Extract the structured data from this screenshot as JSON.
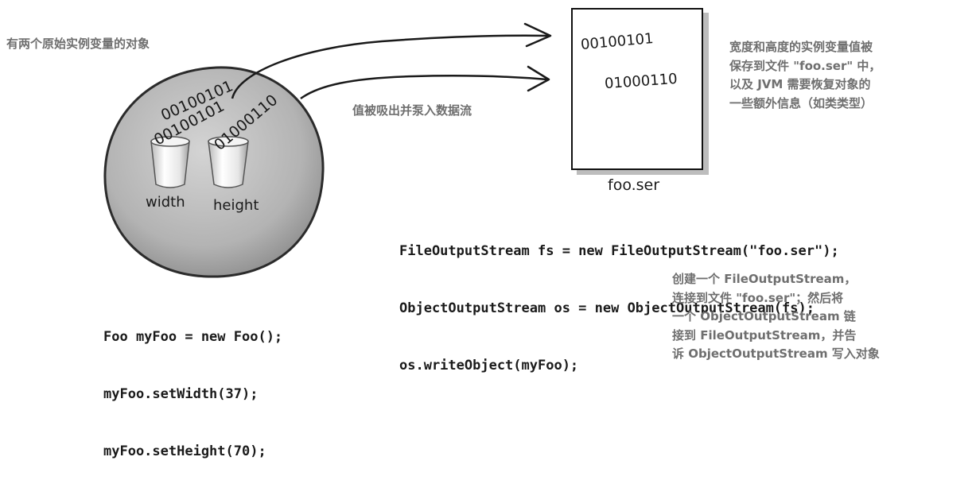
{
  "object_label": "有两个原始实例变量的对象",
  "stream_label": "值被吸出并泵入数据流",
  "saved_note": [
    "宽度和高度的实例变量值被",
    "保存到文件 \"foo.ser\" 中，",
    "以及 JVM 需要恢复对象的",
    "一些额外信息（如类类型）"
  ],
  "create_note": [
    "创建一个 FileOutputStream，",
    "连接到文件 \"foo.ser\"；然后将",
    "一个 ObjectOutputStream 链",
    "接到 FileOutputStream，并告",
    "诉 ObjectOutputStream 写入对象"
  ],
  "cups": {
    "width": {
      "label": "width",
      "bits": "00100101"
    },
    "height": {
      "label": "height",
      "bits": "01000110"
    }
  },
  "stream_bits": "00100101",
  "file": {
    "name": "foo.ser",
    "bits_1": "00100101",
    "bits_2": "01000110"
  },
  "code_stream": [
    "FileOutputStream fs = new FileOutputStream(\"foo.ser\");",
    "ObjectOutputStream os = new ObjectOutputStream(fs);",
    "os.writeObject(myFoo);"
  ],
  "code_object": [
    "Foo myFoo = new Foo();",
    "myFoo.setWidth(37);",
    "myFoo.setHeight(70);"
  ]
}
